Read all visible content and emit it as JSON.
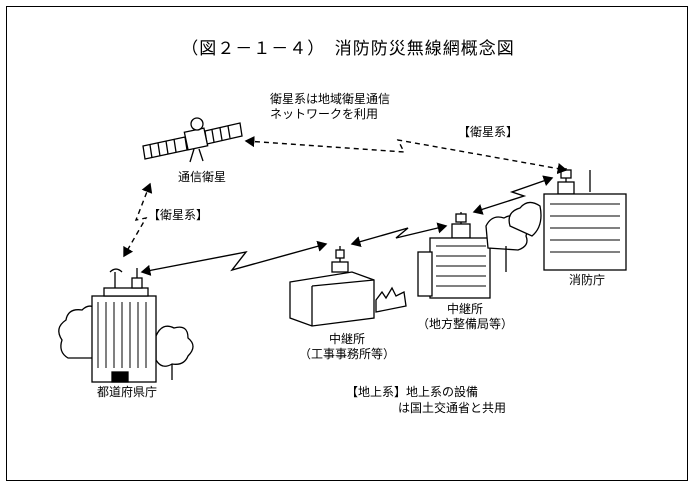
{
  "title": "（図２－１－４）　消防防災無線網概念図",
  "labels": {
    "satellite_note_line1": "衛星系は地域衛星通信",
    "satellite_note_line2": "ネットワークを利用",
    "satellite_system_upper": "【衛星系】",
    "satellite_system_left": "【衛星系】",
    "satellite": "通信衛星",
    "fire_agency": "消防庁",
    "relay_regional_line1": "中継所",
    "relay_regional_line2": "（地方整備局等）",
    "relay_construction_line1": "中継所",
    "relay_construction_line2": "（工事事務所等）",
    "prefecture": "都道府県庁",
    "ground_note_line1": "【地上系】地上系の設備",
    "ground_note_line2": "は国土交通省と共用"
  }
}
